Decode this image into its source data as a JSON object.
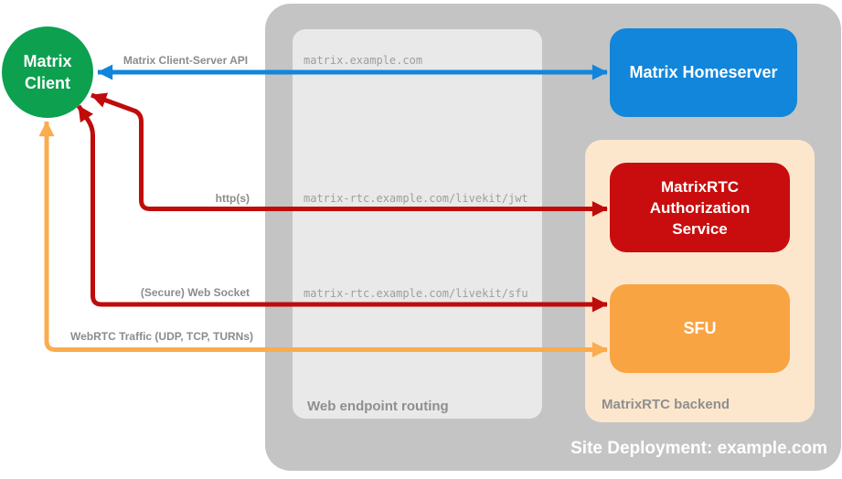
{
  "diagram": {
    "site": {
      "label": "Site Deployment: example.com",
      "container_color": "#C4C4C4"
    },
    "routing": {
      "label": "Web endpoint routing",
      "container_color": "#E9E9E9",
      "endpoints": [
        "matrix.example.com",
        "matrix-rtc.example.com/livekit/jwt",
        "matrix-rtc.example.com/livekit/sfu"
      ]
    },
    "backend": {
      "label": "MatrixRTC backend",
      "container_color": "#FCE7CD"
    },
    "nodes": {
      "client": {
        "label": "Matrix Client",
        "color": "#0CA04F"
      },
      "homeserver": {
        "label": "Matrix Homeserver",
        "color": "#1186DB"
      },
      "auth": {
        "label": "MatrixRTC Authorization Service",
        "color": "#C90D0E"
      },
      "sfu": {
        "label": "SFU",
        "color": "#F9A442"
      }
    },
    "arrows": {
      "cs_api": {
        "label": "Matrix Client-Server API",
        "color": "#1186DB"
      },
      "http": {
        "label": "http(s)",
        "color": "#C00B0B"
      },
      "websocket": {
        "label": "(Secure) Web Socket",
        "color": "#C00B0B"
      },
      "webrtc": {
        "label": "WebRTC Traffic (UDP, TCP, TURNs)",
        "color": "#FAAC4E"
      }
    }
  }
}
